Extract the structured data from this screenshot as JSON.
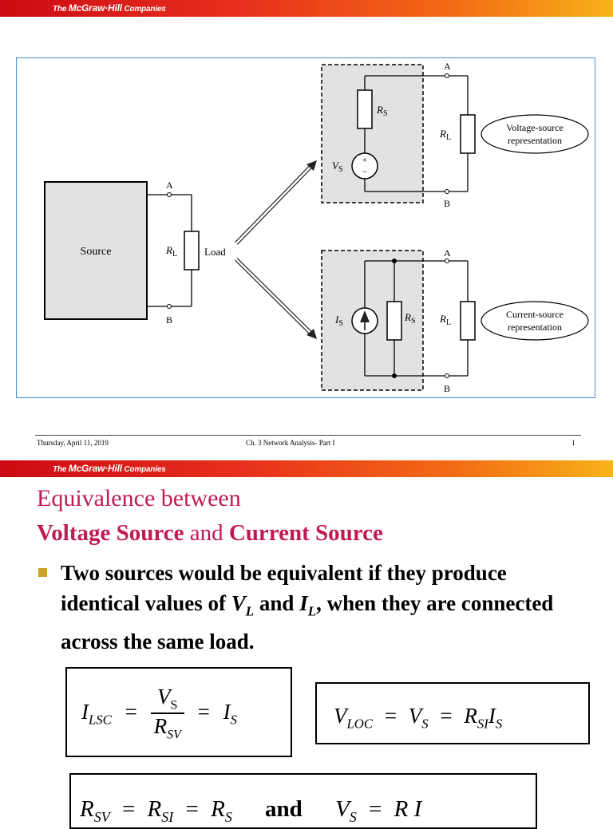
{
  "header": {
    "brand_prefix": "The",
    "brand_name": "McGraw·Hill",
    "brand_suffix": "Companies"
  },
  "figure": {
    "source_label": "Source",
    "load_label": "Load",
    "rl_label": "R",
    "rl_sub": "L",
    "rs_label": "R",
    "rs_sub": "S",
    "vs_label": "V",
    "vs_sub": "S",
    "is_label": "I",
    "is_sub": "S",
    "terminal_a": "A",
    "terminal_b": "B",
    "plus_sign": "+",
    "minus_sign": "−",
    "voltage_rep_line1": "Voltage-source",
    "voltage_rep_line2": "representation",
    "current_rep_line1": "Current-source",
    "current_rep_line2": "representation"
  },
  "footer": {
    "date": "Thursday, April 11, 2019",
    "chapter": "Ch. 3 Network Analysis- Part I",
    "page_number": "1"
  },
  "slide": {
    "title_line1": "Equivalence between",
    "title_voltage": "Voltage Source",
    "title_and": " and ",
    "title_current": "Current Source",
    "bullet_1": "Two sources would be equivalent if they produce identical values of ",
    "bullet_vl_var": "V",
    "bullet_vl_sub": "L",
    "bullet_and": " and ",
    "bullet_il_var": "I",
    "bullet_il_sub": "L",
    "bullet_2": ", when they are connected across the same load."
  },
  "equations": {
    "eq1_lhs": "I",
    "eq1_lhs_sub": "LSC",
    "eq1_equals": "=",
    "eq1_num": "V",
    "eq1_num_sub": "S",
    "eq1_den": "R",
    "eq1_den_sub": "SV",
    "eq1_equals2": "=",
    "eq1_rhs": "I",
    "eq1_rhs_sub": "S",
    "eq2_lhs": "V",
    "eq2_lhs_sub": "LOC",
    "eq2_equals": "=",
    "eq2_mid": "V",
    "eq2_mid_sub": "S",
    "eq2_equals2": "=",
    "eq2_r": "R",
    "eq2_r_sub": "SI",
    "eq2_i": "I",
    "eq2_i_sub": "S",
    "eq3_text_a": "R",
    "eq3_sub_a": "SV",
    "eq3_eq1": "=",
    "eq3_text_b": "R",
    "eq3_sub_b": "SI",
    "eq3_eq2": "=",
    "eq3_text_c": "R",
    "eq3_sub_c": "S",
    "eq3_and": "and",
    "eq3_text_d": "V",
    "eq3_sub_d": "S",
    "eq3_eq3": "=",
    "eq3_text_e": "R",
    "eq3_text_f": "I"
  }
}
